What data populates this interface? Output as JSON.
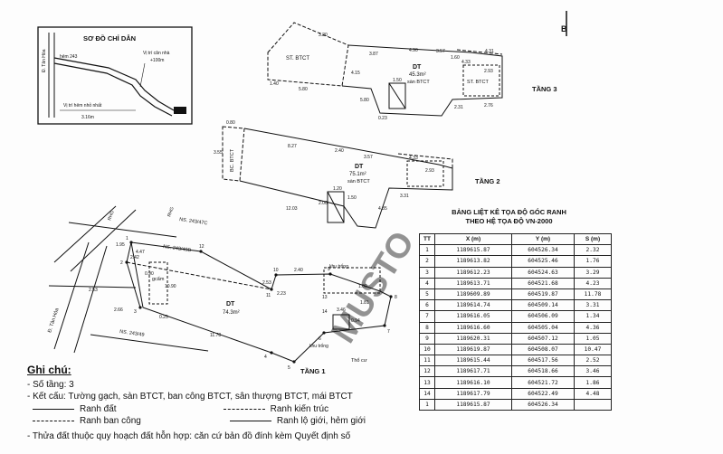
{
  "guide_map": {
    "title": "SƠ ĐỒ CHỈ DẪN",
    "street_label": "Đ. Tân Hòa",
    "alley_label": "hẻm 243",
    "house_pos_label": "Vị trí căn nhà",
    "house_dist_label": "+100m",
    "nearest_alley_label": "Vị trí hẻm nhỏ nhất",
    "nearest_alley_width": "3.16m"
  },
  "north_label": "B",
  "floor3": {
    "label": "TẦNG 3",
    "area_code": "DT",
    "area_value": "45.3m²",
    "area_material": "sàn BTCT",
    "left_room": "ST. BTCT",
    "right_room": "ST. BTCT",
    "dims": [
      "3.20",
      "5.80",
      "3.87",
      "4.90",
      "3.57",
      "1.60",
      "4.33",
      "5.80",
      "2.93",
      "4.31",
      "1.40",
      "2.31",
      "2.76",
      "0.23",
      "1.50",
      "4.15"
    ]
  },
  "floor2": {
    "label": "TẦNG 2",
    "area_code": "DT",
    "area_value": "75.1m²",
    "area_material": "sàn BTCT",
    "left_room": "BC. BTCT",
    "dims": [
      "0.80",
      "8.27",
      "2.40",
      "3.57",
      "4.33",
      "2.93",
      "12.03",
      "3.31",
      "3.55",
      "1.20",
      "2.00",
      "4.35",
      "1.50"
    ]
  },
  "floor1": {
    "label": "TẦNG 1",
    "area_code": "DT",
    "area_value": "74.3m²",
    "room_label": "gcẩm",
    "street_label": "Đ. Tân Hòa",
    "alley_a": "NS. 243/47C",
    "alley_b": "NS. 243/49B",
    "alley_c": "NS. 243/49",
    "empty_lot_top": "khu trống",
    "empty_lot_bottom": "khu trống",
    "neighbor": "Thổ cư",
    "rhg_a": "RHG",
    "rhg_b": "RHG",
    "dims": [
      "1.95",
      "2.42",
      "0.90",
      "2.53",
      "2.66",
      "0.25",
      "11.78",
      "2.53",
      "2.40",
      "2.23",
      "1.81",
      "3.46",
      "0.94",
      "1.00",
      "10.90",
      "4.47"
    ],
    "point_labels": [
      "1",
      "2",
      "3",
      "4",
      "5",
      "6",
      "7",
      "8",
      "9",
      "10",
      "11",
      "12",
      "13",
      "14"
    ]
  },
  "coord_table": {
    "title_line1": "BẢNG LIỆT KÊ TỌA ĐỘ GÓC RANH",
    "title_line2": "THEO HỆ TỌA ĐỘ VN-2000",
    "headers": [
      "TT",
      "X (m)",
      "Y (m)",
      "S (m)"
    ],
    "rows": [
      [
        "1",
        "1189615.87",
        "604526.34",
        "2.32"
      ],
      [
        "2",
        "1189613.82",
        "604525.46",
        "1.76"
      ],
      [
        "3",
        "1189612.23",
        "604524.63",
        "3.29"
      ],
      [
        "4",
        "1189613.71",
        "604521.68",
        "4.23"
      ],
      [
        "5",
        "1189609.89",
        "604519.87",
        "11.78"
      ],
      [
        "6",
        "1189614.74",
        "604509.14",
        "3.31"
      ],
      [
        "7",
        "1189616.05",
        "604506.09",
        "1.34"
      ],
      [
        "8",
        "1189616.60",
        "604505.04",
        "4.36"
      ],
      [
        "9",
        "1189620.31",
        "604507.12",
        "1.05"
      ],
      [
        "10",
        "1189619.87",
        "604508.07",
        "10.47"
      ],
      [
        "11",
        "1189615.44",
        "604517.56",
        "2.52"
      ],
      [
        "12",
        "1189617.71",
        "604518.66",
        "3.46"
      ],
      [
        "13",
        "1189616.10",
        "604521.72",
        "1.86"
      ],
      [
        "14",
        "1189617.79",
        "604522.49",
        "4.48"
      ],
      [
        "1",
        "1189615.87",
        "604526.34",
        ""
      ]
    ]
  },
  "notes": {
    "title": "Ghi chú:",
    "floors": "- Số tầng: 3",
    "structure": "- Kết cấu: Tường gạch, sàn BTCT, ban công BTCT, sân thượng BTCT, mái BTCT",
    "legend_land": "Ranh đất",
    "legend_arch": "Ranh kiến trúc",
    "legend_balcony": "Ranh ban công",
    "legend_road": "Ranh lộ giới, hẻm giới",
    "footnote": "- Thửa đất thuộc quy hoạch đất hỗn hợp: căn cứ bản đồ đính kèm Quyết định số"
  },
  "watermark": "MUSTO"
}
